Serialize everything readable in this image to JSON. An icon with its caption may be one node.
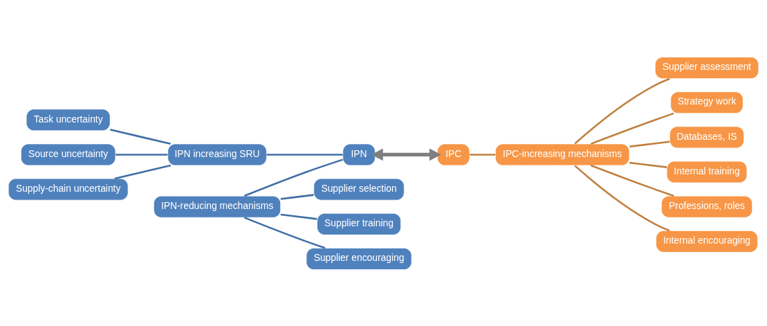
{
  "diagram": {
    "nodes": [
      {
        "text": [
          "Task uncertainty"
        ]
      },
      {
        "text": [
          "Source uncertainty"
        ]
      },
      {
        "text": [
          "Supply-chain uncertainty"
        ]
      },
      {
        "text": [
          "IPN increasing SRU"
        ]
      },
      {
        "text": [
          "IPN-reducing mechanisms"
        ]
      },
      {
        "text": [
          "IPN"
        ]
      },
      {
        "text": [
          "Supplier selection"
        ]
      },
      {
        "text": [
          "Supplier training"
        ]
      },
      {
        "text": [
          "Supplier encouraging"
        ]
      },
      {
        "text": [
          "IPC"
        ]
      },
      {
        "text": [
          "IPC-increasing mechanisms"
        ]
      },
      {
        "text": [
          "Supplier assessment"
        ]
      },
      {
        "text": [
          "Strategy work"
        ]
      },
      {
        "text": [
          "Databases, IS"
        ]
      },
      {
        "text": [
          "Internal training"
        ]
      },
      {
        "text": [
          "Professions, roles"
        ]
      },
      {
        "text": [
          "Internal encouraging"
        ]
      }
    ],
    "edges": [
      {
        "from": 0,
        "to": 3,
        "arrow": "none"
      },
      {
        "from": 1,
        "to": 3,
        "arrow": "none"
      },
      {
        "from": 2,
        "to": 3,
        "arrow": "none"
      },
      {
        "from": 3,
        "to": 5,
        "arrow": "none"
      },
      {
        "from": 4,
        "to": 5,
        "arrow": "none"
      },
      {
        "from": 4,
        "to": 6,
        "arrow": "none"
      },
      {
        "from": 4,
        "to": 7,
        "arrow": "none"
      },
      {
        "from": 4,
        "to": 8,
        "arrow": "none"
      },
      {
        "from": 5,
        "to": 9,
        "arrow": "both",
        "style": "thick",
        "color": "#7f7f7f"
      },
      {
        "from": 9,
        "to": 10,
        "arrow": "none",
        "color": "#c0803f"
      },
      {
        "from": 10,
        "to": 11,
        "arrow": "none",
        "color": "#c0803f"
      },
      {
        "from": 10,
        "to": 12,
        "arrow": "none",
        "color": "#c0803f"
      },
      {
        "from": 10,
        "to": 13,
        "arrow": "none",
        "color": "#c0803f"
      },
      {
        "from": 10,
        "to": 14,
        "arrow": "none",
        "color": "#c0803f"
      },
      {
        "from": 10,
        "to": 15,
        "arrow": "none",
        "color": "#c0803f"
      },
      {
        "from": 10,
        "to": 16,
        "arrow": "none",
        "color": "#c0803f"
      }
    ]
  }
}
